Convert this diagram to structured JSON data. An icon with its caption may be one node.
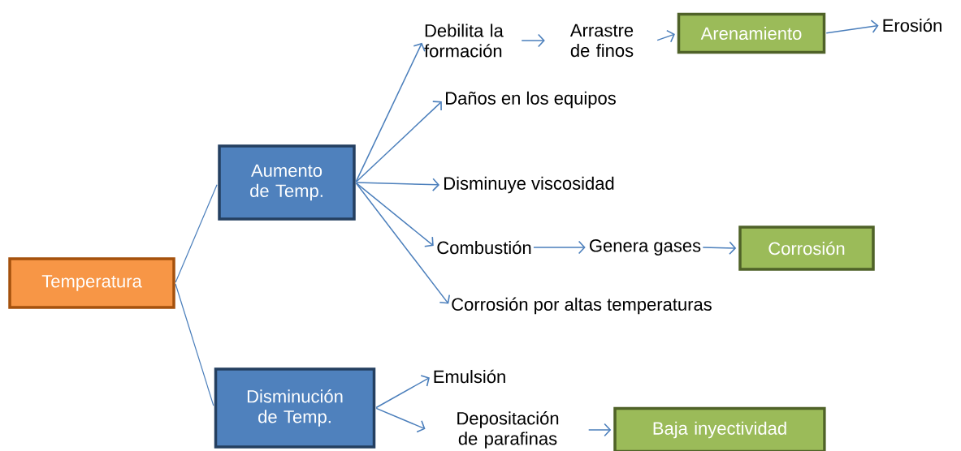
{
  "diagram": {
    "nodes": [
      {
        "text": [
          "Temperatura"
        ]
      },
      {
        "text": [
          "Aumento de Temp."
        ]
      },
      {
        "text": [
          "Disminución de Temp."
        ]
      },
      {
        "text": [
          "Debilita la formación"
        ]
      },
      {
        "text": [
          "Arrastre de finos"
        ]
      },
      {
        "text": [
          "Arenamiento"
        ]
      },
      {
        "text": [
          "Erosión"
        ]
      },
      {
        "text": [
          "Daños en los equipos"
        ]
      },
      {
        "text": [
          "Disminuye viscosidad"
        ]
      },
      {
        "text": [
          "Combustión"
        ]
      },
      {
        "text": [
          "Genera gases"
        ]
      },
      {
        "text": [
          "Corrosión"
        ]
      },
      {
        "text": [
          "Corrosión por altas temperaturas"
        ]
      },
      {
        "text": [
          "Emulsión"
        ]
      },
      {
        "text": [
          "Depositación de parafinas"
        ]
      },
      {
        "text": [
          "Baja inyectividad"
        ]
      }
    ],
    "edges": [
      {
        "from": 0,
        "to": 1,
        "arrow": "none"
      },
      {
        "from": 0,
        "to": 2,
        "arrow": "none"
      },
      {
        "from": 1,
        "to": 3,
        "arrow": "to"
      },
      {
        "from": 1,
        "to": 7,
        "arrow": "to"
      },
      {
        "from": 1,
        "to": 8,
        "arrow": "to"
      },
      {
        "from": 1,
        "to": 9,
        "arrow": "to"
      },
      {
        "from": 1,
        "to": 12,
        "arrow": "to"
      },
      {
        "from": 3,
        "to": 4,
        "arrow": "to"
      },
      {
        "from": 4,
        "to": 5,
        "arrow": "to"
      },
      {
        "from": 5,
        "to": 6,
        "arrow": "to"
      },
      {
        "from": 9,
        "to": 10,
        "arrow": "to"
      },
      {
        "from": 10,
        "to": 11,
        "arrow": "to"
      },
      {
        "from": 2,
        "to": 13,
        "arrow": "to"
      },
      {
        "from": 2,
        "to": 14,
        "arrow": "to"
      },
      {
        "from": 14,
        "to": 15,
        "arrow": "to"
      }
    ]
  }
}
